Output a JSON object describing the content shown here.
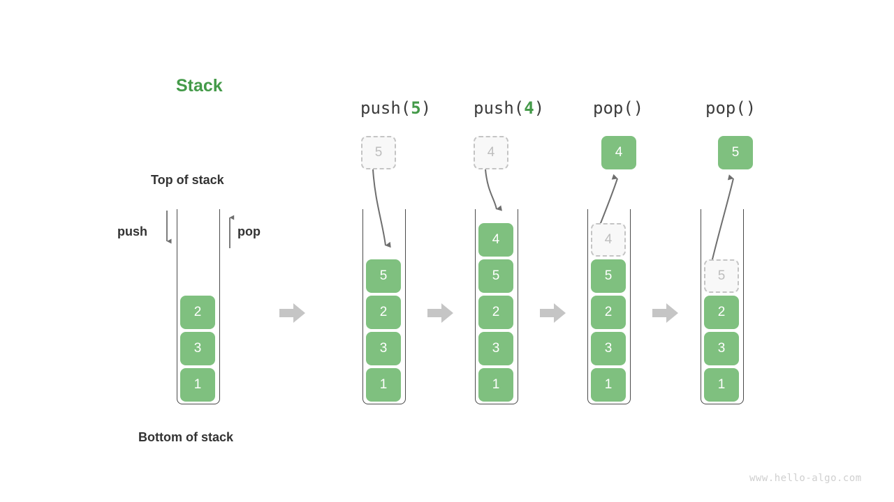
{
  "diagram": {
    "title": "Stack",
    "title_color": "#449a49",
    "box_color": "#7fc07f",
    "ghost_color": "#f8f8f8",
    "arrow_color": "#6e6e6e",
    "flow_arrow_color": "#c5c5c5",
    "watermark": "www.hello-algo.com"
  },
  "labels": {
    "top_of_stack": "Top of stack",
    "bottom_of_stack": "Bottom of stack",
    "push": "push",
    "pop": "pop"
  },
  "operations": [
    {
      "name": "push",
      "prefix": "push(",
      "arg": "5",
      "suffix": ")"
    },
    {
      "name": "push",
      "prefix": "push(",
      "arg": "4",
      "suffix": ")"
    },
    {
      "name": "pop",
      "prefix": "pop(",
      "arg": "",
      "suffix": ")"
    },
    {
      "name": "pop",
      "prefix": "pop(",
      "arg": "",
      "suffix": ")"
    }
  ],
  "states": [
    {
      "id": "initial",
      "boxes_top_to_bottom": [
        "2",
        "3",
        "1"
      ],
      "floating_box": null,
      "ghost_in_stack": null
    },
    {
      "id": "after-push-5",
      "boxes_top_to_bottom": [
        "5",
        "2",
        "3",
        "1"
      ],
      "floating_box": {
        "value": "5",
        "style": "ghost"
      },
      "ghost_in_stack": null
    },
    {
      "id": "after-push-4",
      "boxes_top_to_bottom": [
        "4",
        "5",
        "2",
        "3",
        "1"
      ],
      "floating_box": {
        "value": "4",
        "style": "ghost"
      },
      "ghost_in_stack": null
    },
    {
      "id": "after-pop-4",
      "boxes_top_to_bottom": [
        "5",
        "2",
        "3",
        "1"
      ],
      "floating_box": {
        "value": "4",
        "style": "filled"
      },
      "ghost_in_stack": {
        "value": "4"
      }
    },
    {
      "id": "after-pop-5",
      "boxes_top_to_bottom": [
        "2",
        "3",
        "1"
      ],
      "floating_box": {
        "value": "5",
        "style": "filled"
      },
      "ghost_in_stack": {
        "value": "5"
      }
    }
  ]
}
